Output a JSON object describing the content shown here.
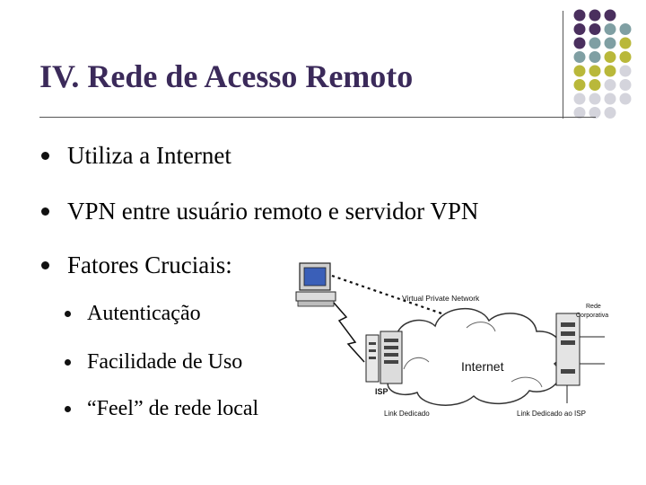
{
  "slide": {
    "title": "IV. Rede de Acesso Remoto",
    "bullets": [
      "Utiliza a Internet",
      "VPN entre usuário remoto e servidor VPN",
      "Fatores Cruciais:"
    ],
    "sub_bullets": [
      "Autenticação",
      "Facilidade de Uso",
      "“Feel” de rede local"
    ]
  },
  "diagram": {
    "virtual_private_network": "Virtual Private Network",
    "rede_corporativa_line1": "Rede",
    "rede_corporativa_line2": "Corporativa",
    "internet": "Internet",
    "isp": "ISP",
    "link_dedicado": "Link Dedicado",
    "link_dedicado_isp": "Link Dedicado ao ISP"
  },
  "decor_colors": {
    "purple": "#4a2f5e",
    "teal": "#7f9fa3",
    "olive": "#b9b83a",
    "light": "#d4d4dc"
  }
}
